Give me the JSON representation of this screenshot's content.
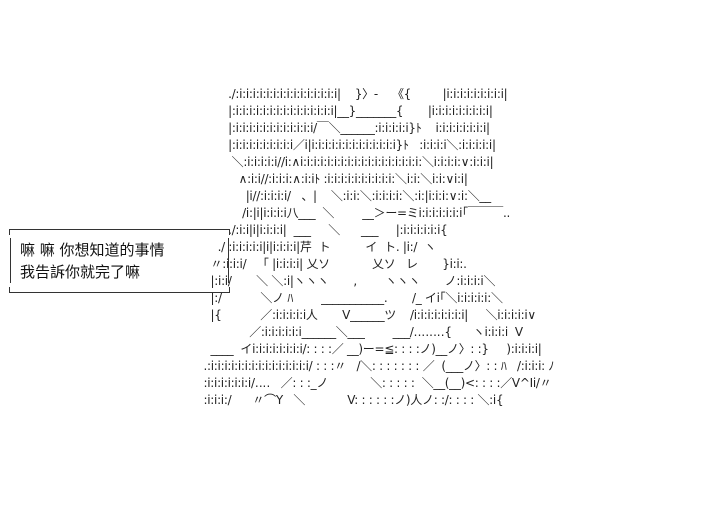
{
  "speech_bubble": {
    "line1": "嘛 嘛 你想知道的事情",
    "line2": "我告訴你就完了嘛"
  },
  "ascii_art": [
    "        ./:i:i:i:i:i:i:i:i:i:i:i:i:i:i:i|    }〉-    《{         |i:i:i:i:i:i:i:i:i|",
    "        |:i:i:i:i:i:i:i:i:i:i:i:i:i:i:i|__}_______{       |i:i:i:i:i:i:i:i:i|",
    "        |:i:i:i:i:i:i:i:i:i:i:i:i/￣＼______:i:i:i:i:i}ﾄ    i:i:i:i:i:i:i:i|",
    "        |:i:i:i:i:i:i:i:i:i／i|i:i:i:i:i:i:i:i:i:i:i:i:i}ﾄ   :i:i:i:i＼:i:i:i:i:i|",
    "         ＼:i:i:i:i:i//i:∧i:i:i:i:i:i:i:i:i:i:i:i:i:i:i:i:i:i:＼i:i:i:i:∨:i:i:i|",
    "           ∧:i:i//:i:i:i:∧:i:iﾄ :i:i:i:i:i:i:i:i:i:i:＼i:i:＼i:i:∨i:i|",
    "             |i//:i:i:i:i/   、|    ＼:i:i:＼:i:i:i:i:＼:i:|i:i:i:∨:i:＼__",
    "            /i:|i|i:i:i:i八___  ＼        __＞ー=ミi:i:i:i:i:i:i｢￣￣￣..",
    "        ./:i:i|i|i:i:i:i|  ___     ＼      ___     |:i:i:i:i:i:i{",
    "     ./ :i:i:i:i:i|i|i:i:i:i|芹  ト          イ  ト. |i:/  ヽ",
    "   〃:i:i:i/   「 |i:i:i:i| 乂ソ            乂ソ   レ       }i:i:.",
    "   |:i:i/       ＼ ＼:i|ヽヽヽ       ,        ヽヽヽ       ノ:i:i:i:i＼",
    "   |:/           ＼ノ ﾊ        ___________.       /_ イi｢＼i:i:i:i:i:＼",
    "   |{           ／:i:i:i:i:i人       V______ツ    /i:i:i:i:i:i:i:i|     ＼i:i:i:i:i∨",
    "              ／:i:i:i:i:i:i______＼___        ___/‥‥‥‥{      ヽi:i:i:i  V",
    "   ____  イi:i:i:i:i:i:i:i/: : : :／ __)ー=≦: : : :ノ)__ノ〉: :}     ):i:i:i:i|",
    " .:i:i:i:i:i:i:i:i:i:i:i:i:i:i:i/ : : :〃   /＼: : : : : : : ／  (___ノ〉: : ﾊ   /:i:i:i: ﾉ",
    " :i:i:i:i:i:i:i/‥‥   ／: : :_ノ            ＼: : : : :  ＼__(__)<: : : :／V^Ii/〃",
    " :i:i:i:/      〃⌒Y   ＼            V: : : : : :ノ)人ノ: :/: : : : ＼:i{"
  ]
}
